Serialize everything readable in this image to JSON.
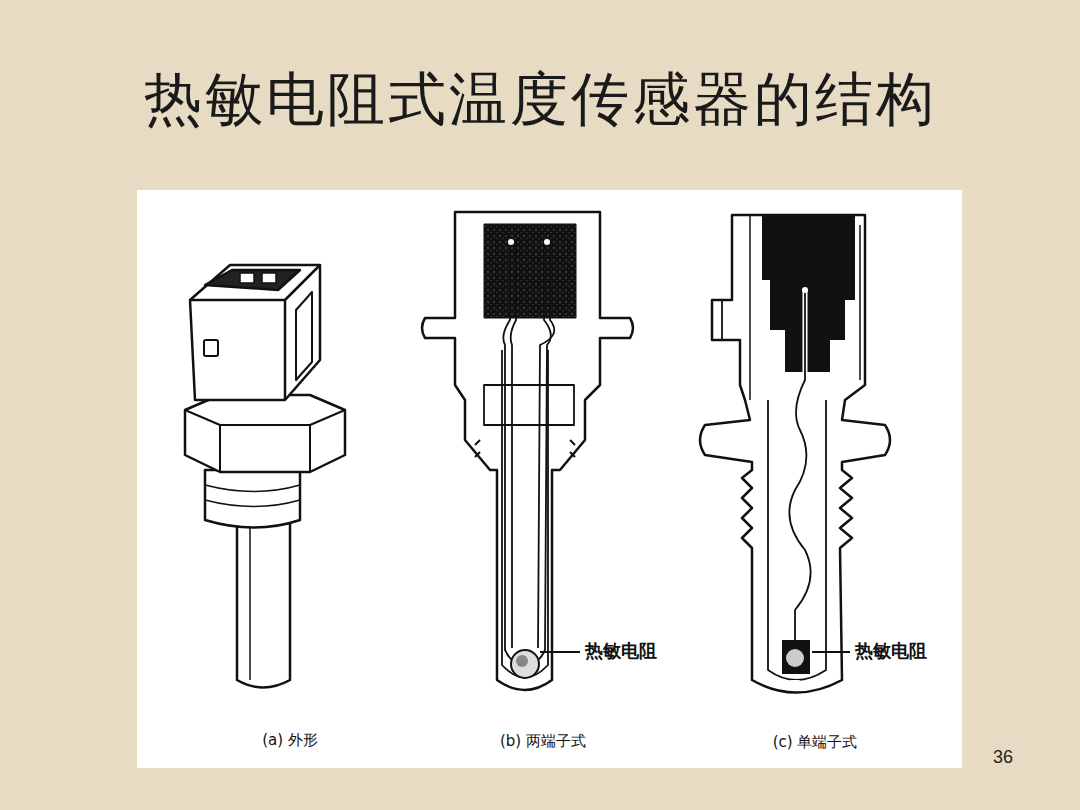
{
  "diagram": {
    "title": "热敏电阻式温度传感器的结构",
    "labels": [
      "热敏电阻",
      "热敏电阻",
      "(a) 外形",
      "(b) 两端子式",
      "(c) 单端子式",
      "36"
    ]
  }
}
